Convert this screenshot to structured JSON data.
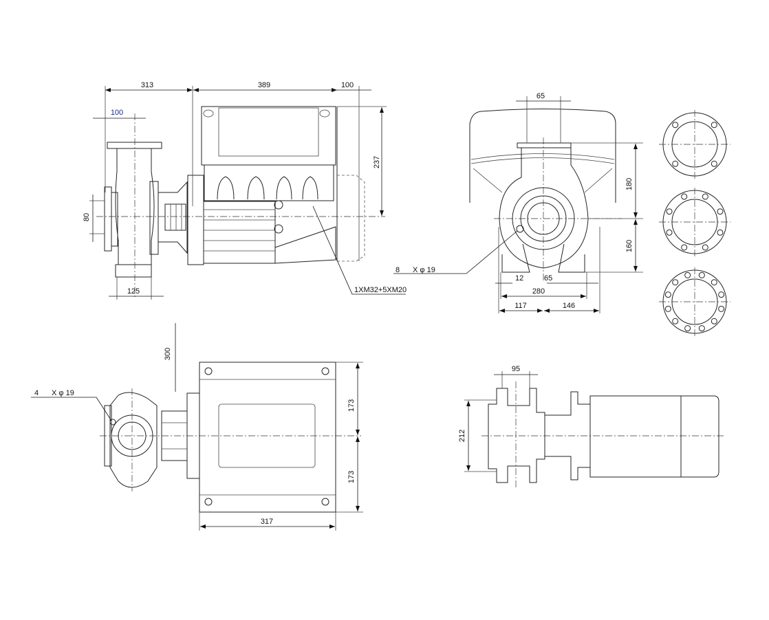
{
  "side_view": {
    "dim_pump_length": "313",
    "dim_motor_length": "389",
    "dim_fan_clearance": "100",
    "dim_outlet_offset": "100",
    "dim_terminal_height": "237",
    "dim_inlet_diameter": "80",
    "dim_foot_width": "125",
    "cable_entries": "1XM32+5XM20"
  },
  "front_view": {
    "dim_outlet_width": "65",
    "dim_upper_height": "180",
    "dim_lower_height": "160",
    "holes_count": "8",
    "holes_spec": "X φ 19",
    "dim_foot_hole": "12",
    "dim_foot_offset": "65",
    "dim_foot_span": "280",
    "dim_left": "117",
    "dim_right": "146"
  },
  "flange_patterns": {
    "hole_counts": [
      4,
      8,
      12
    ]
  },
  "top_view": {
    "dim_clearance": "300",
    "holes_count": "4",
    "holes_spec": "X φ 19",
    "dim_half_width_upper": "173",
    "dim_half_width_lower": "173",
    "dim_box_width": "317"
  },
  "rear_view": {
    "dim_flange_width": "95",
    "dim_height": "212"
  }
}
